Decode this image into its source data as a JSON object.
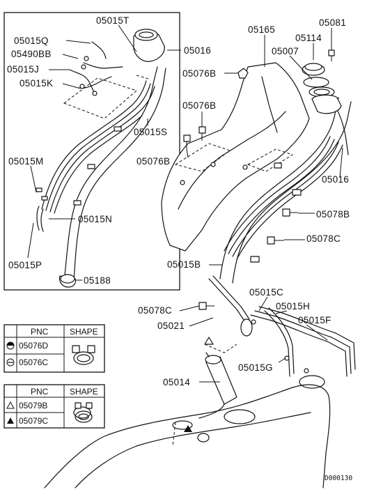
{
  "diagram_code": "D000130",
  "labels": {
    "p05015T": "05015T",
    "p05015Q": "05015Q",
    "p05490BB": "05490BB",
    "p05015J": "05015J",
    "p05015K": "05015K",
    "p05016_top": "05016",
    "p05015S": "05015S",
    "p05015M": "05015M",
    "p05015N": "05015N",
    "p05015P": "05015P",
    "p05188": "05188",
    "p05165": "05165",
    "p05081": "05081",
    "p05114": "05114",
    "p05007": "05007",
    "p05076B_a": "05076B",
    "p05076B_b": "05076B",
    "p05076B_c": "05076B",
    "p05016_right": "05016",
    "p05078B": "05078B",
    "p05078C_a": "05078C",
    "p05015B": "05015B",
    "p05015C": "05015C",
    "p05015H": "05015H",
    "p05015F": "05015F",
    "p05078C_b": "05078C",
    "p05021": "05021",
    "p05015G": "05015G",
    "p05014": "05014"
  },
  "legend_tables": [
    {
      "headers": [
        "PNC",
        "SHAPE"
      ],
      "rows": [
        {
          "symbol": "half-filled-circle",
          "pnc": "05076D"
        },
        {
          "symbol": "circle-minus",
          "pnc": "05076C"
        }
      ]
    },
    {
      "headers": [
        "PNC",
        "SHAPE"
      ],
      "rows": [
        {
          "symbol": "open-triangle",
          "pnc": "05079B"
        },
        {
          "symbol": "filled-triangle",
          "pnc": "05079C"
        }
      ]
    }
  ]
}
